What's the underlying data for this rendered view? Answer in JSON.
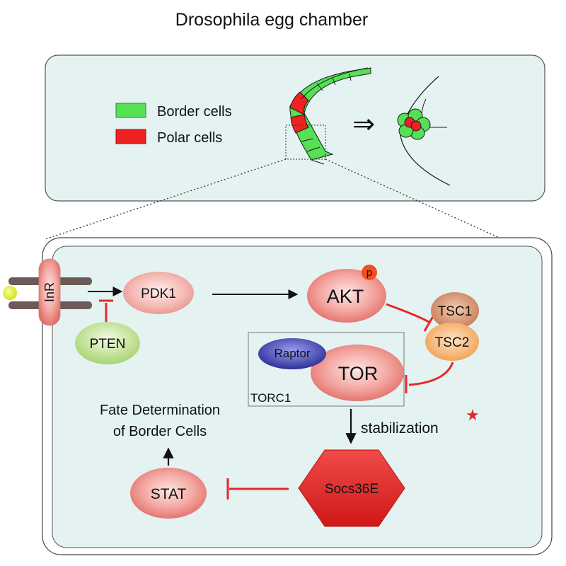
{
  "title": "Drosophila egg chamber",
  "legend": {
    "border_cells": "Border cells",
    "polar_cells": "Polar cells"
  },
  "arrow_symbol": "⇒",
  "nodes": {
    "inr": "InR",
    "pdk1": "PDK1",
    "pten": "PTEN",
    "akt": "AKT",
    "phospho": "p",
    "tsc1": "TSC1",
    "tsc2": "TSC2",
    "raptor": "Raptor",
    "tor": "TOR",
    "torc1": "TORC1",
    "stabilization": "stabilization",
    "star": "★",
    "socs36e": "Socs36E",
    "stat": "STAT",
    "fate_line1": "Fate Determination",
    "fate_line2": "of Border Cells"
  },
  "colors": {
    "panel_fill": "#e4f3f1",
    "border_cell": "#55e055",
    "polar_cell": "#ee2222",
    "inhibit": "#e8262b",
    "socs_hex": "#e8262b"
  }
}
